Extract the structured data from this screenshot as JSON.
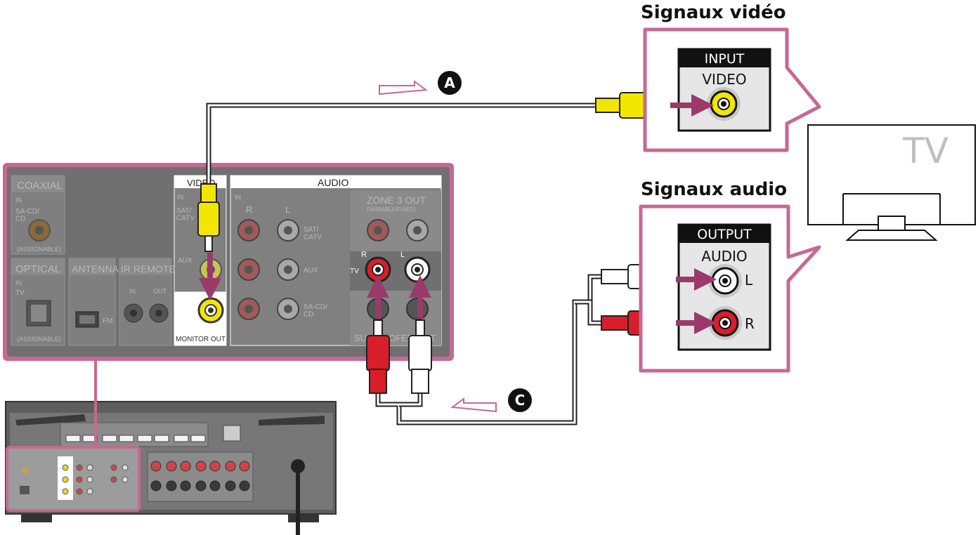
{
  "headings": {
    "video_signals": "Signaux vidéo",
    "audio_signals": "Signaux audio",
    "tv": "TV"
  },
  "tv_side": {
    "input_header": "INPUT",
    "video_label": "VIDEO",
    "output_header": "OUTPUT",
    "audio_label": "AUDIO",
    "left_label": "L",
    "right_label": "R"
  },
  "markers": {
    "a": "A",
    "c": "C"
  },
  "receiver_panel": {
    "coaxial": "COAXIAL",
    "coaxial_in": "IN",
    "coaxial_source": "SA-CD/\nCD",
    "coaxial_assign": "(ASSIGNABLE)",
    "optical": "OPTICAL",
    "optical_in": "IN",
    "optical_source": "TV",
    "optical_assign": "(ASSIGNABLE)",
    "antenna": "ANTENNA",
    "fm": "FM",
    "ir_remote": "IR REMOTE",
    "ir_in": "IN",
    "ir_out": "OUT",
    "video": "VIDEO",
    "video_in": "IN",
    "video_sat": "SAT/\nCATV",
    "video_aux": "AUX",
    "monitor_out": "MONITOR OUT",
    "audio": "AUDIO",
    "audio_in": "IN",
    "audio_r": "R",
    "audio_l": "L",
    "sat_catv": "SAT/\nCATV",
    "aux": "AUX",
    "sacd": "SA-CD/\nCD",
    "zone3": "ZONE 3 OUT",
    "zone3_sub": "(VARIABLE/FIXED)",
    "tv_r": "R",
    "tv_l": "L",
    "tv": "TV",
    "subwoofer": "SUBWOOFER OUT"
  },
  "colors": {
    "accent": "#c46a94",
    "arrow": "#9b3a6a",
    "panel": "#6b6b6b",
    "rca_yellow": "#f2e600",
    "rca_red": "#d81e2a",
    "rca_white": "#ffffff"
  }
}
